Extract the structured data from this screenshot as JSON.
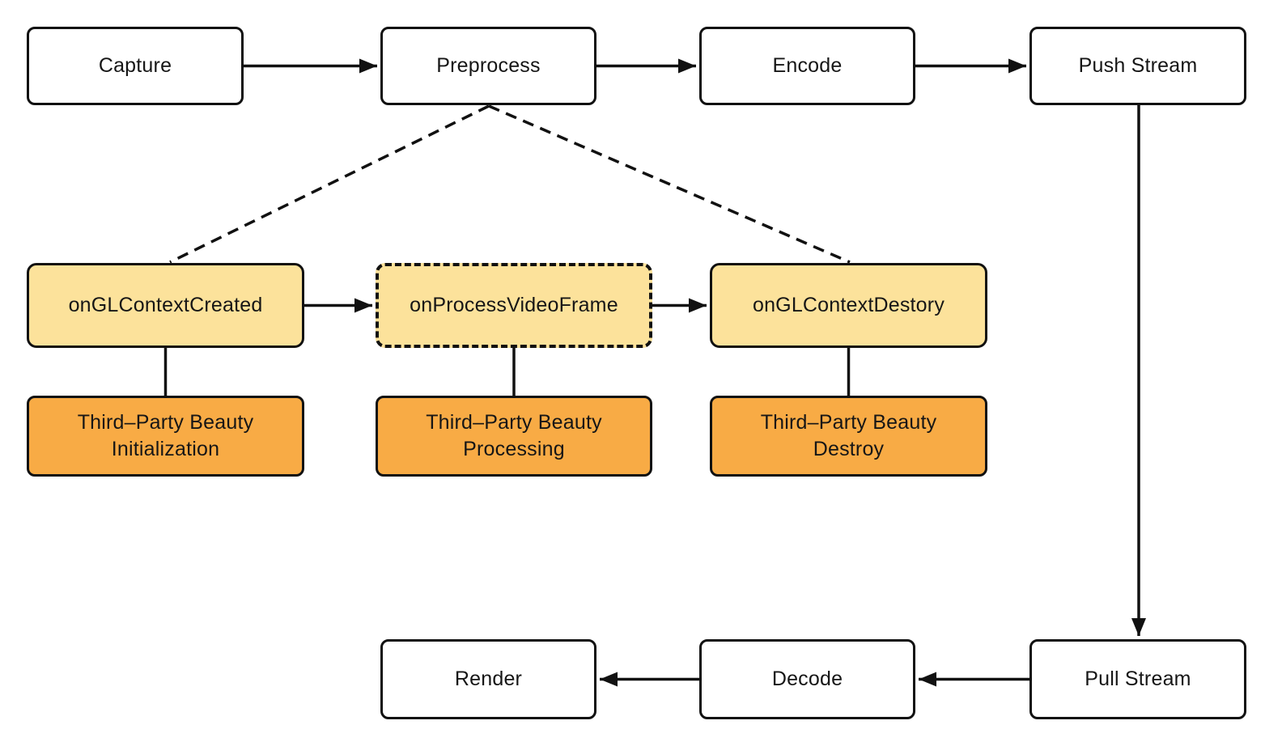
{
  "colors": {
    "stroke": "#111111",
    "process_fill": "#ffffff",
    "callback_fill": "#FCE29B",
    "beauty_fill": "#F8AB45"
  },
  "nodes": {
    "capture": {
      "label": "Capture"
    },
    "preprocess": {
      "label": "Preprocess"
    },
    "encode": {
      "label": "Encode"
    },
    "push_stream": {
      "label": "Push Stream"
    },
    "on_gl_context_created": {
      "label": "onGLContextCreated"
    },
    "on_process_video_frame": {
      "label": "onProcessVideoFrame"
    },
    "on_gl_context_destory": {
      "label": "onGLContextDestory"
    },
    "beauty_initialization": {
      "label": "Third–Party Beauty Initialization"
    },
    "beauty_processing": {
      "label": "Third–Party Beauty Processing"
    },
    "beauty_destroy": {
      "label": "Third–Party Beauty Destroy"
    },
    "render": {
      "label": "Render"
    },
    "decode": {
      "label": "Decode"
    },
    "pull_stream": {
      "label": "Pull Stream"
    }
  },
  "edges": [
    {
      "from": "Capture",
      "to": "Preprocess",
      "style": "solid-arrow"
    },
    {
      "from": "Preprocess",
      "to": "Encode",
      "style": "solid-arrow"
    },
    {
      "from": "Encode",
      "to": "Push Stream",
      "style": "solid-arrow"
    },
    {
      "from": "Push Stream",
      "to": "Pull Stream",
      "style": "solid-arrow"
    },
    {
      "from": "Pull Stream",
      "to": "Decode",
      "style": "solid-arrow"
    },
    {
      "from": "Decode",
      "to": "Render",
      "style": "solid-arrow"
    },
    {
      "from": "Preprocess",
      "to": "onGLContextCreated",
      "style": "dashed-line"
    },
    {
      "from": "Preprocess",
      "to": "onGLContextDestory",
      "style": "dashed-line"
    },
    {
      "from": "onGLContextCreated",
      "to": "onProcessVideoFrame",
      "style": "solid-arrow"
    },
    {
      "from": "onProcessVideoFrame",
      "to": "onGLContextDestory",
      "style": "solid-arrow"
    },
    {
      "from": "onGLContextCreated",
      "to": "Third–Party Beauty Initialization",
      "style": "plain-line"
    },
    {
      "from": "onProcessVideoFrame",
      "to": "Third–Party Beauty Processing",
      "style": "plain-line"
    },
    {
      "from": "onGLContextDestory",
      "to": "Third–Party Beauty Destroy",
      "style": "plain-line"
    }
  ]
}
